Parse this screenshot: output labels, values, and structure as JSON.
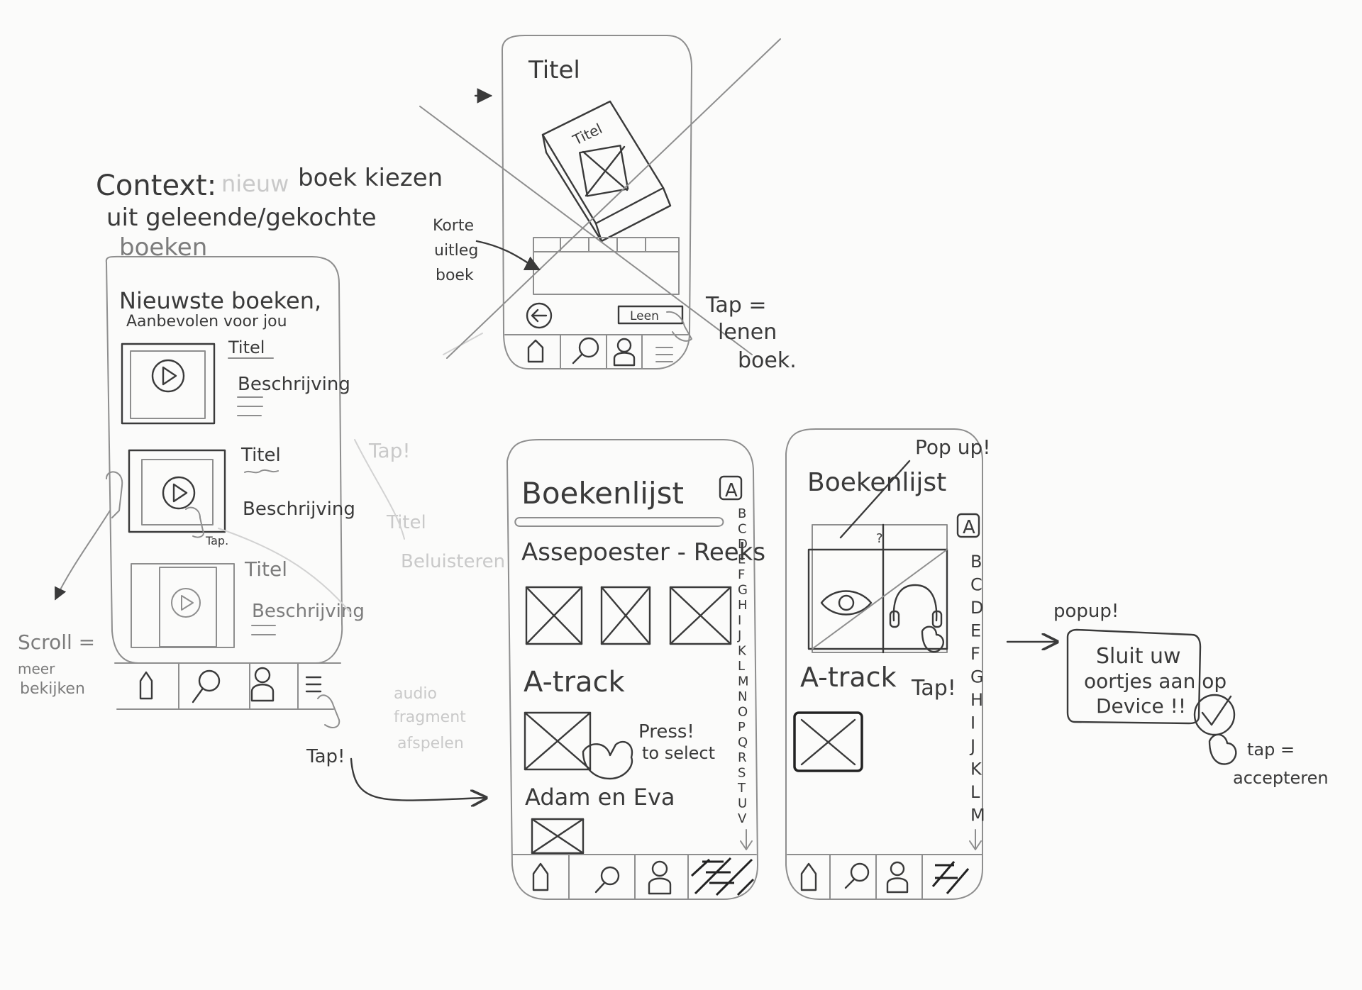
{
  "context_note": {
    "line1_prefix": "Context:",
    "line1_faint": "nieuw",
    "line1_suffix": "boek kiezen",
    "line2": "uit geleende/gekochte",
    "line3": "boeken"
  },
  "screen_home": {
    "heading": "Nieuwste boeken,",
    "subheading": "Aanbevolen voor jou",
    "items": [
      {
        "title": "Titel",
        "description": "Beschrijving"
      },
      {
        "title": "Titel",
        "description": "Beschrijving"
      },
      {
        "title": "Titel",
        "description": "Beschrijving"
      }
    ],
    "tap_small": "Tap.",
    "scroll_note": [
      "Scroll =",
      "meer",
      "bekijken"
    ],
    "tap_menu": "Tap!"
  },
  "screen_detail": {
    "title": "Titel",
    "book_title": "Titel",
    "lenen_button": "Leen",
    "explain_note": [
      "Korte",
      "uitleg",
      "boek"
    ],
    "tap_note": [
      "Tap =",
      "lenen",
      "boek."
    ]
  },
  "faint_notes": {
    "tap": "Tap!",
    "titel": "Titel",
    "beluisteren": "Beluisteren",
    "audio": [
      "audio",
      "fragment",
      "afspelen"
    ]
  },
  "screen_booklist": {
    "title": "Boekenlijst",
    "index_button": "A",
    "alphabet": [
      "B",
      "C",
      "D",
      "E",
      "F",
      "G",
      "H",
      "I",
      "J",
      "K",
      "L",
      "M",
      "N",
      "O",
      "P",
      "Q",
      "R",
      "S",
      "T",
      "U",
      "V"
    ],
    "series": [
      "Assepoester - Reeks",
      "A-track",
      "Adam en Eva"
    ],
    "press_note": [
      "Press!",
      "to select"
    ]
  },
  "screen_popup": {
    "title": "Boekenlijst",
    "index_button": "A",
    "alphabet": [
      "B",
      "C",
      "D",
      "E",
      "F",
      "G",
      "H",
      "I",
      "J",
      "K",
      "L",
      "M"
    ],
    "question_mark": "?",
    "series": "A-track",
    "tap_note": "Tap!",
    "popup_label": "Pop up!"
  },
  "popup_message": {
    "label": "popup!",
    "lines": [
      "Sluit uw",
      "oortjes aan op",
      "Device !!"
    ],
    "tap_note": [
      "tap =",
      "accepteren"
    ]
  }
}
